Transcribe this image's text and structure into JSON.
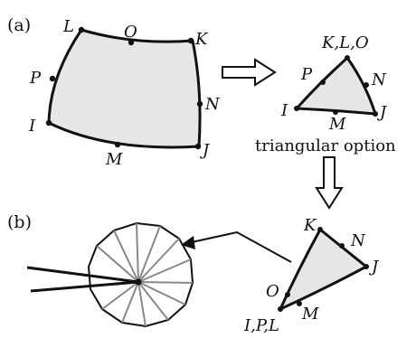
{
  "panels": {
    "a": "(a)",
    "b": "(b)"
  },
  "quad_labels": {
    "L": "L",
    "O": "O",
    "K": "K",
    "P": "P",
    "N": "N",
    "I": "I",
    "M": "M",
    "J": "J"
  },
  "tri1_labels": {
    "KLO": "K,L,O",
    "P": "P",
    "N": "N",
    "I": "I",
    "M": "M",
    "J": "J"
  },
  "tri2_labels": {
    "K": "K",
    "N": "N",
    "J": "J",
    "O": "O",
    "M": "M",
    "IPL": "I,P,L"
  },
  "caption": "triangular option",
  "colors": {
    "fill": "#e6e6e6",
    "stroke": "#111111",
    "spoke": "#888888"
  }
}
